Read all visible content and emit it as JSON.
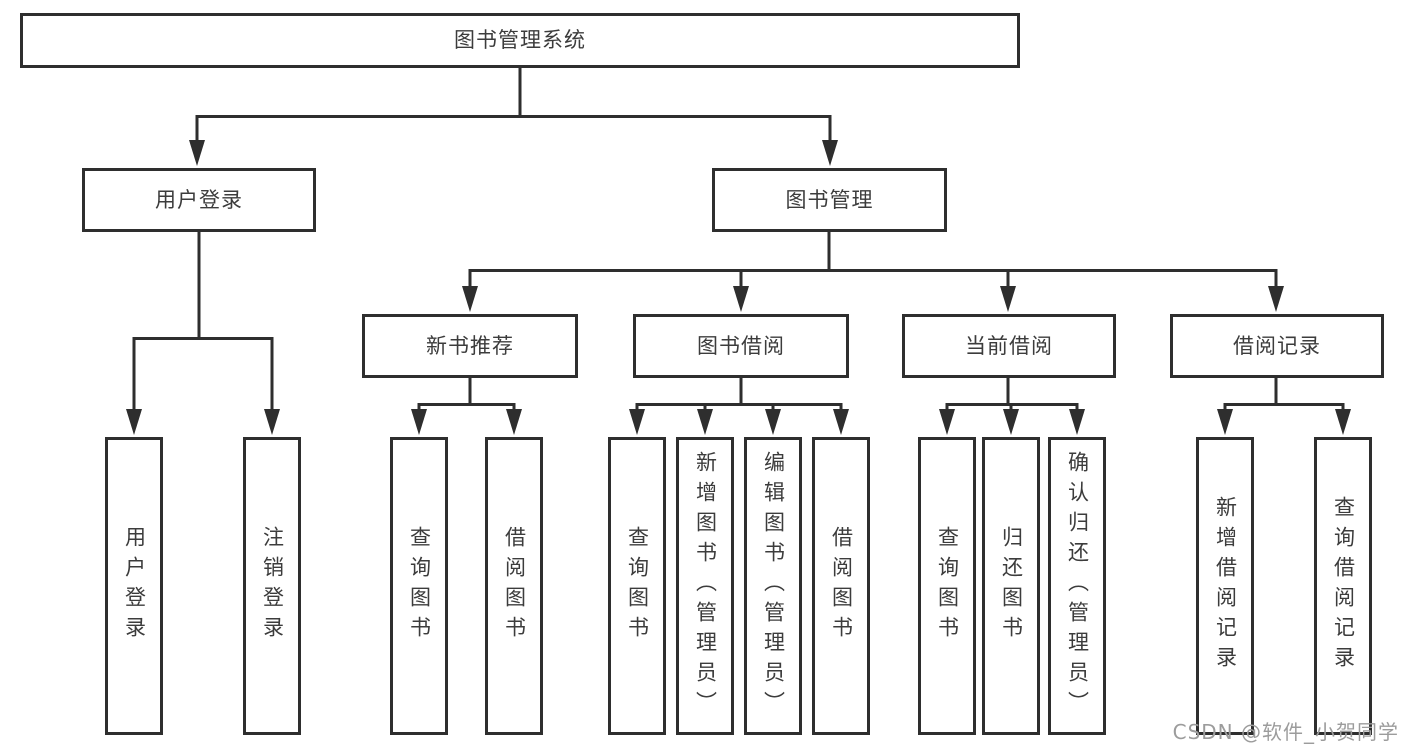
{
  "diagram": {
    "type": "hierarchy-tree",
    "title": "图书管理系统",
    "root": {
      "id": "root",
      "label": "图书管理系统"
    },
    "level2": [
      {
        "id": "user-login",
        "label": "用户登录",
        "parent": "root"
      },
      {
        "id": "book-management",
        "label": "图书管理",
        "parent": "root"
      }
    ],
    "level3": [
      {
        "id": "new-book-recommend",
        "label": "新书推荐",
        "parent": "book-management"
      },
      {
        "id": "book-borrowing",
        "label": "图书借阅",
        "parent": "book-management"
      },
      {
        "id": "current-borrowing",
        "label": "当前借阅",
        "parent": "book-management"
      },
      {
        "id": "borrowing-records",
        "label": "借阅记录",
        "parent": "book-management"
      }
    ],
    "leaves": [
      {
        "id": "leaf-user-login",
        "label": "用户登录",
        "parent": "user-login"
      },
      {
        "id": "leaf-logout",
        "label": "注销登录",
        "parent": "user-login"
      },
      {
        "id": "leaf-query-books-recommend",
        "label": "查询图书",
        "parent": "new-book-recommend"
      },
      {
        "id": "leaf-borrow-books-recommend",
        "label": "借阅图书",
        "parent": "new-book-recommend"
      },
      {
        "id": "leaf-query-books-borrowing",
        "label": "查询图书",
        "parent": "book-borrowing"
      },
      {
        "id": "leaf-add-book-admin",
        "label": "新增图书（管理员）",
        "parent": "book-borrowing"
      },
      {
        "id": "leaf-edit-book-admin",
        "label": "编辑图书（管理员）",
        "parent": "book-borrowing"
      },
      {
        "id": "leaf-borrow-books-borrowing",
        "label": "借阅图书",
        "parent": "book-borrowing"
      },
      {
        "id": "leaf-query-books-current",
        "label": "查询图书",
        "parent": "current-borrowing"
      },
      {
        "id": "leaf-return-books",
        "label": "归还图书",
        "parent": "current-borrowing"
      },
      {
        "id": "leaf-confirm-return-admin",
        "label": "确认归还（管理员）",
        "parent": "current-borrowing"
      },
      {
        "id": "leaf-add-borrow-record",
        "label": "新增借阅记录",
        "parent": "borrowing-records"
      },
      {
        "id": "leaf-query-borrow-record",
        "label": "查询借阅记录",
        "parent": "borrowing-records"
      }
    ],
    "watermark": "CSDN @软件_小贺同学",
    "colors": {
      "line": "#2e2e2e",
      "box_border": "#2e2e2e",
      "text": "#3c3c3c",
      "watermark": "#9c9c9c",
      "background": "#ffffff"
    }
  }
}
